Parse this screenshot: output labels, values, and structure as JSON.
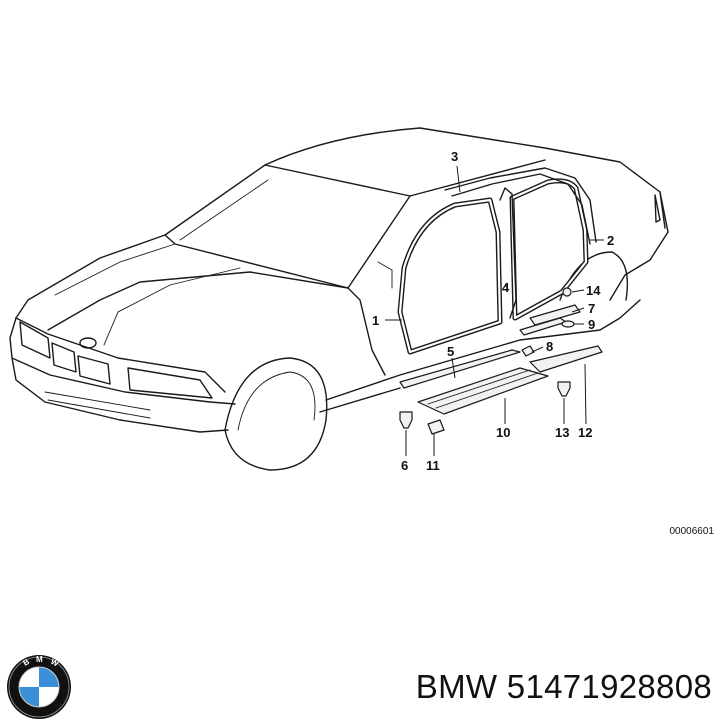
{
  "diagram": {
    "callouts": [
      {
        "id": "c1",
        "label": "1"
      },
      {
        "id": "c2",
        "label": "2"
      },
      {
        "id": "c3",
        "label": "3"
      },
      {
        "id": "c4",
        "label": "4"
      },
      {
        "id": "c5",
        "label": "5"
      },
      {
        "id": "c6",
        "label": "6"
      },
      {
        "id": "c7",
        "label": "7"
      },
      {
        "id": "c8",
        "label": "8"
      },
      {
        "id": "c9",
        "label": "9"
      },
      {
        "id": "c10",
        "label": "10"
      },
      {
        "id": "c11",
        "label": "11"
      },
      {
        "id": "c12",
        "label": "12"
      },
      {
        "id": "c13",
        "label": "13"
      },
      {
        "id": "c14",
        "label": "14"
      }
    ],
    "reference_code": "00006601"
  },
  "caption": {
    "brand": "BMW",
    "part_number": "51471928808",
    "text": "BMW 51471928808"
  },
  "logo": {
    "lettering": "BMW",
    "colors": {
      "ring": "#111111",
      "blue": "#3a8fd6",
      "white": "#ffffff"
    }
  }
}
